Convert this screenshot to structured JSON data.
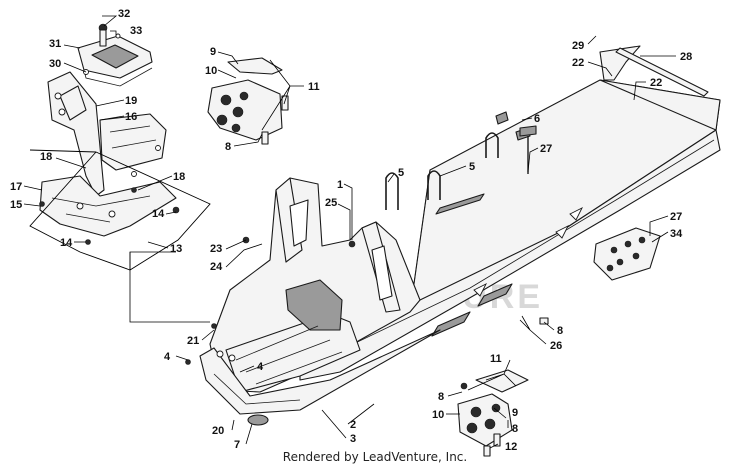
{
  "diagram": {
    "callouts": [
      "32",
      "33",
      "31",
      "30",
      "9",
      "10",
      "11",
      "8",
      "19",
      "16",
      "18",
      "18",
      "17",
      "15",
      "14",
      "14",
      "13",
      "28",
      "29",
      "22",
      "22",
      "6",
      "27",
      "5",
      "5",
      "1",
      "25",
      "23",
      "24",
      "27",
      "34",
      "21",
      "4",
      "4",
      "20",
      "7",
      "2",
      "3",
      "8",
      "26",
      "11",
      "8",
      "10",
      "9",
      "8",
      "12"
    ],
    "footer": "Rendered by LeadVenture, Inc.",
    "watermark_text": "LEADVENTURE"
  }
}
